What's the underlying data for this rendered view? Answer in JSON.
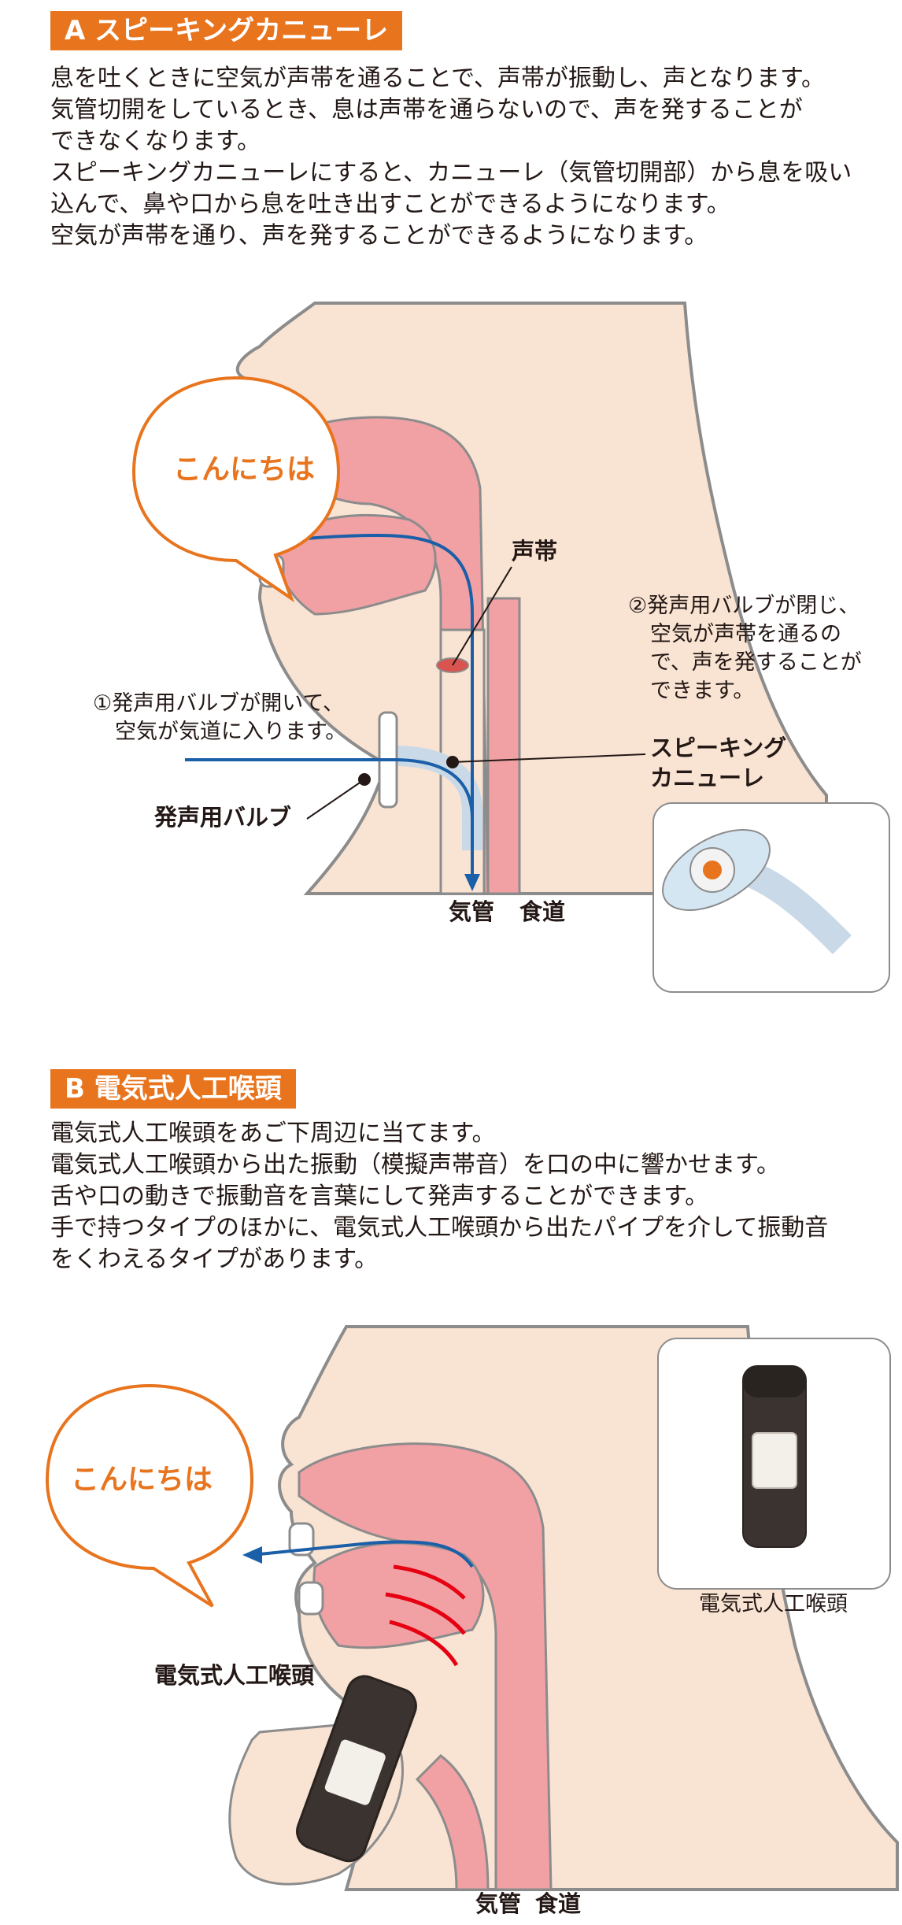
{
  "sectionA": {
    "badge": "A スピーキングカニューレ",
    "lines": [
      "息を吐くときに空気が声帯を通ることで、声帯が振動し、声となります。",
      "気管切開をしているとき、息は声帯を通らないので、声を発することが",
      "できなくなります。",
      "スピーキングカニューレにすると、カニューレ（気管切開部）から息を吸い",
      "込んで、鼻や口から息を吐き出すことができるようになります。",
      "空気が声帯を通り、声を発することができるようになります。"
    ],
    "bubble": "こんにちは",
    "label_vocal_cords": "声帯",
    "step1_line1": "①発声用バルブが開いて、",
    "step1_line2": "空気が気道に入ります。",
    "step2_line1": "②発声用バルブが閉じ、",
    "step2_line2": "空気が声帯を通るの",
    "step2_line3": "で、声を発することが",
    "step2_line4": "できます。",
    "label_cannula_line1": "スピーキング",
    "label_cannula_line2": "カニューレ",
    "label_valve": "発声用バルブ",
    "label_trachea": "気管",
    "label_esophagus": "食道"
  },
  "sectionB": {
    "badge": "B 電気式人工喉頭",
    "lines": [
      "電気式人工喉頭をあご下周辺に当てます。",
      "電気式人工喉頭から出た振動（模擬声帯音）を口の中に響かせます。",
      "舌や口の動きで振動音を言葉にして発声することができます。",
      "手で持つタイプのほかに、電気式人工喉頭から出たパイプを介して振動音",
      "をくわえるタイプがあります。"
    ],
    "bubble": "こんにちは",
    "device_caption": "電気式人工喉頭",
    "device_label": "電気式人工喉頭",
    "label_trachea": "気管",
    "label_esophagus": "食道"
  },
  "colors": {
    "accent": "#e8741e",
    "skin": "#f9e3d3",
    "tissue": "#f1a1a4",
    "airflow": "#1a5fa8",
    "outline": "#8c8c8c"
  }
}
